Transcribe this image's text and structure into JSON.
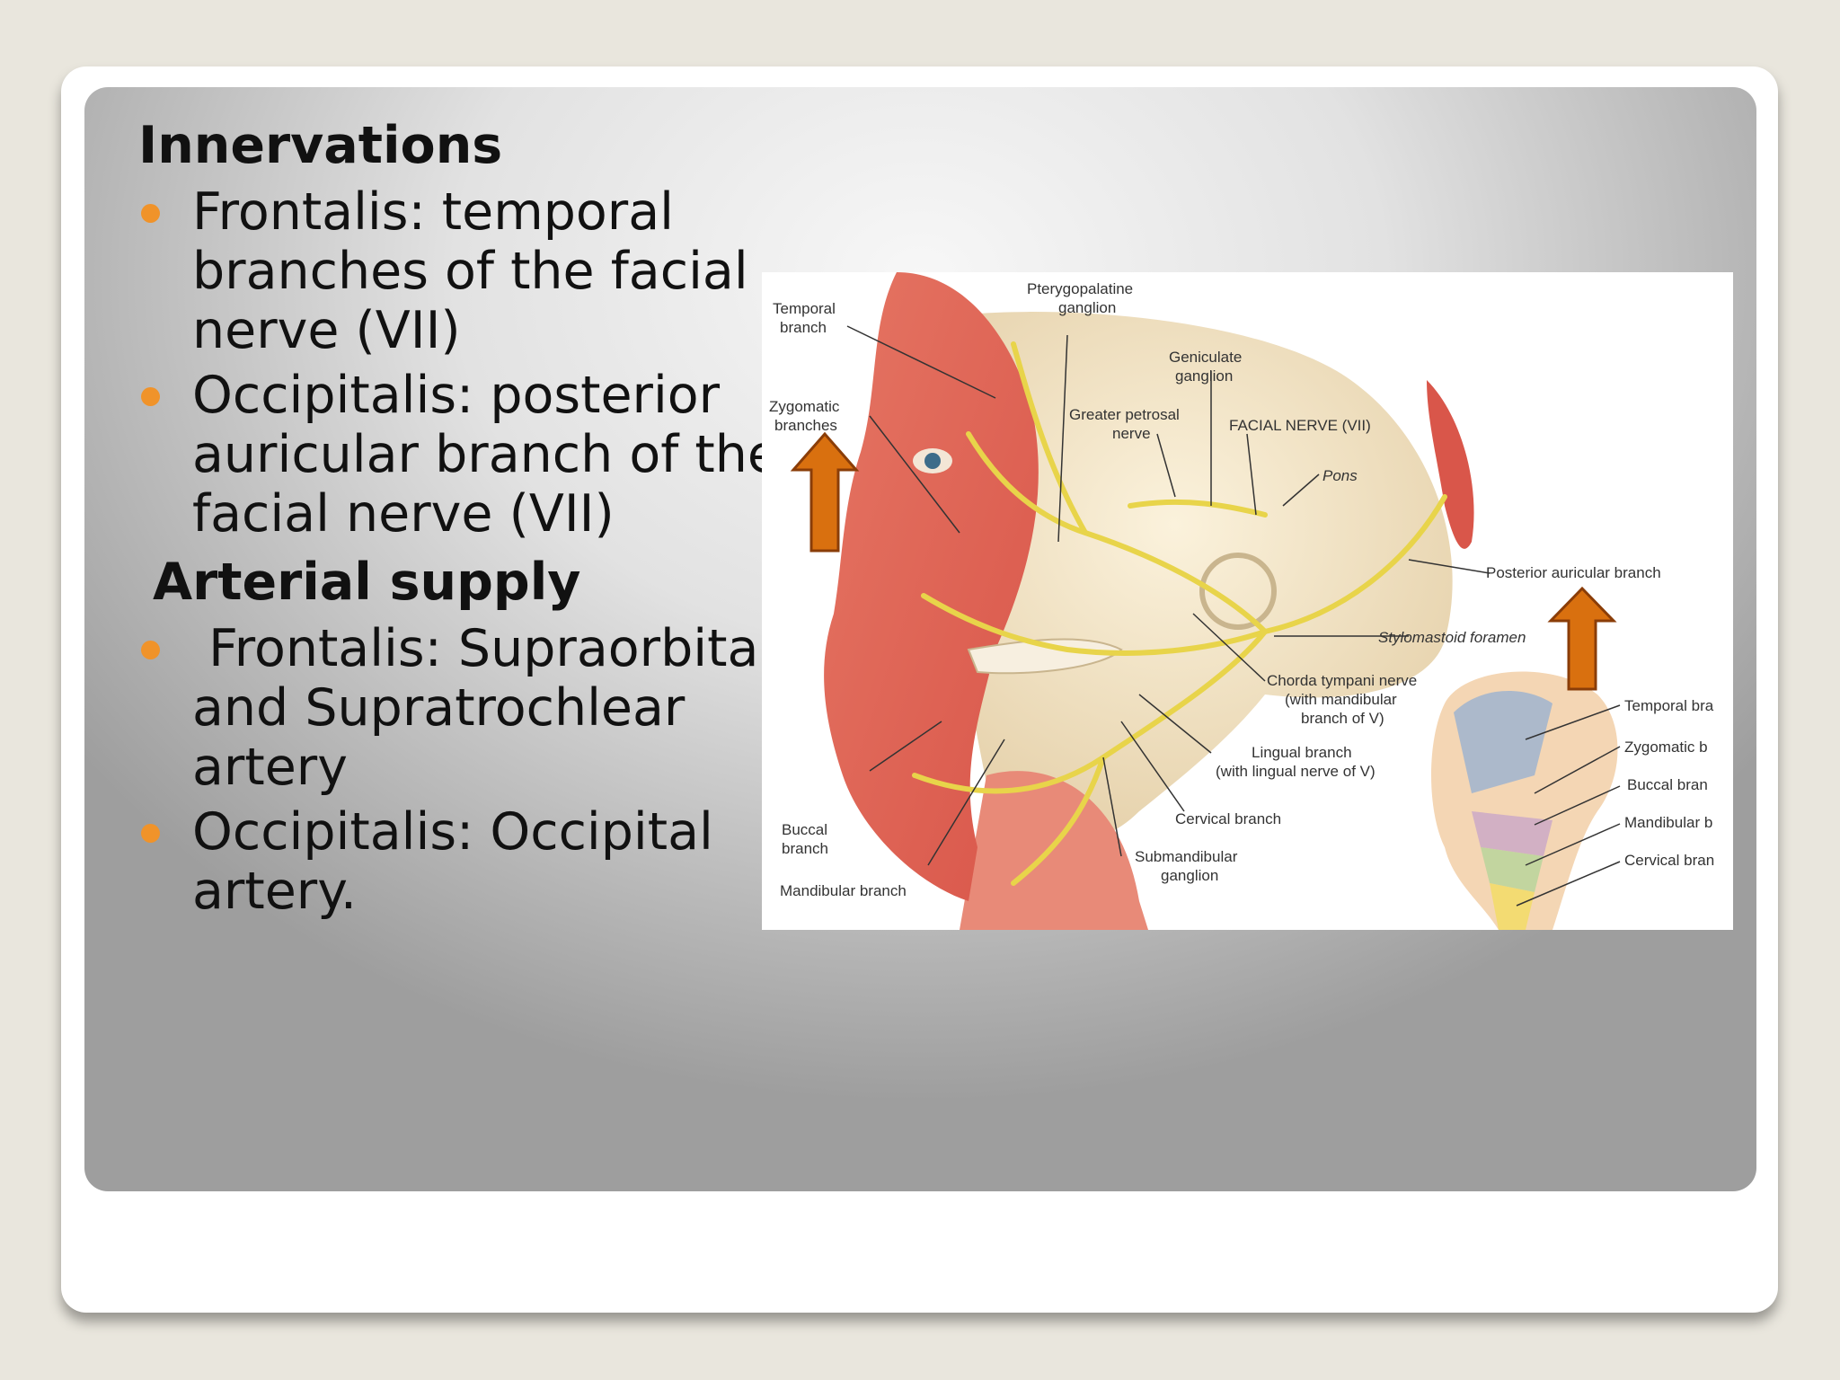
{
  "slide": {
    "heading_innervations": "Innervations",
    "innervation_bullets": [
      {
        "lines": [
          "Frontalis: temporal",
          "branches of the facial",
          "nerve (VII)"
        ]
      },
      {
        "lines": [
          "Occipitalis: posterior",
          "auricular branch of the",
          "facial nerve (VII)"
        ]
      }
    ],
    "heading_arterial": "Arterial supply",
    "arterial_bullets": [
      {
        "lines": [
          " Frontalis: Supraorbital",
          "and Supratrochlear",
          "artery"
        ]
      },
      {
        "lines": [
          "Occipitalis: Occipital",
          "artery."
        ]
      }
    ],
    "bullet_color": "#f0932a",
    "arrow_color": "#d9700f"
  },
  "figure": {
    "labels": {
      "temporal_branch": [
        "Temporal",
        "branch"
      ],
      "pterygopalatine": [
        "Pterygopalatine",
        "ganglion"
      ],
      "geniculate": [
        "Geniculate",
        "ganglion"
      ],
      "zygomatic": [
        "Zygomatic",
        "branches"
      ],
      "greater_petrosal": [
        "Greater petrosal",
        "nerve"
      ],
      "facial_nerve": "FACIAL NERVE (VII)",
      "pons": "Pons",
      "posterior_auricular": "Posterior auricular branch",
      "stylomastoid": "Stylomastoid foramen",
      "chorda_tympani": [
        "Chorda tympani nerve",
        "(with mandibular",
        "branch of V)"
      ],
      "lingual": [
        "Lingual branch",
        "(with lingual nerve of V)"
      ],
      "cervical": "Cervical branch",
      "submandibular": [
        "Submandibular",
        "ganglion"
      ],
      "buccal": [
        "Buccal",
        "branch"
      ],
      "mandibular": "Mandibular branch",
      "inset": [
        "Temporal bra",
        "Zygomatic b",
        "Buccal bran",
        "Mandibular b",
        "Cervical bran"
      ]
    }
  }
}
